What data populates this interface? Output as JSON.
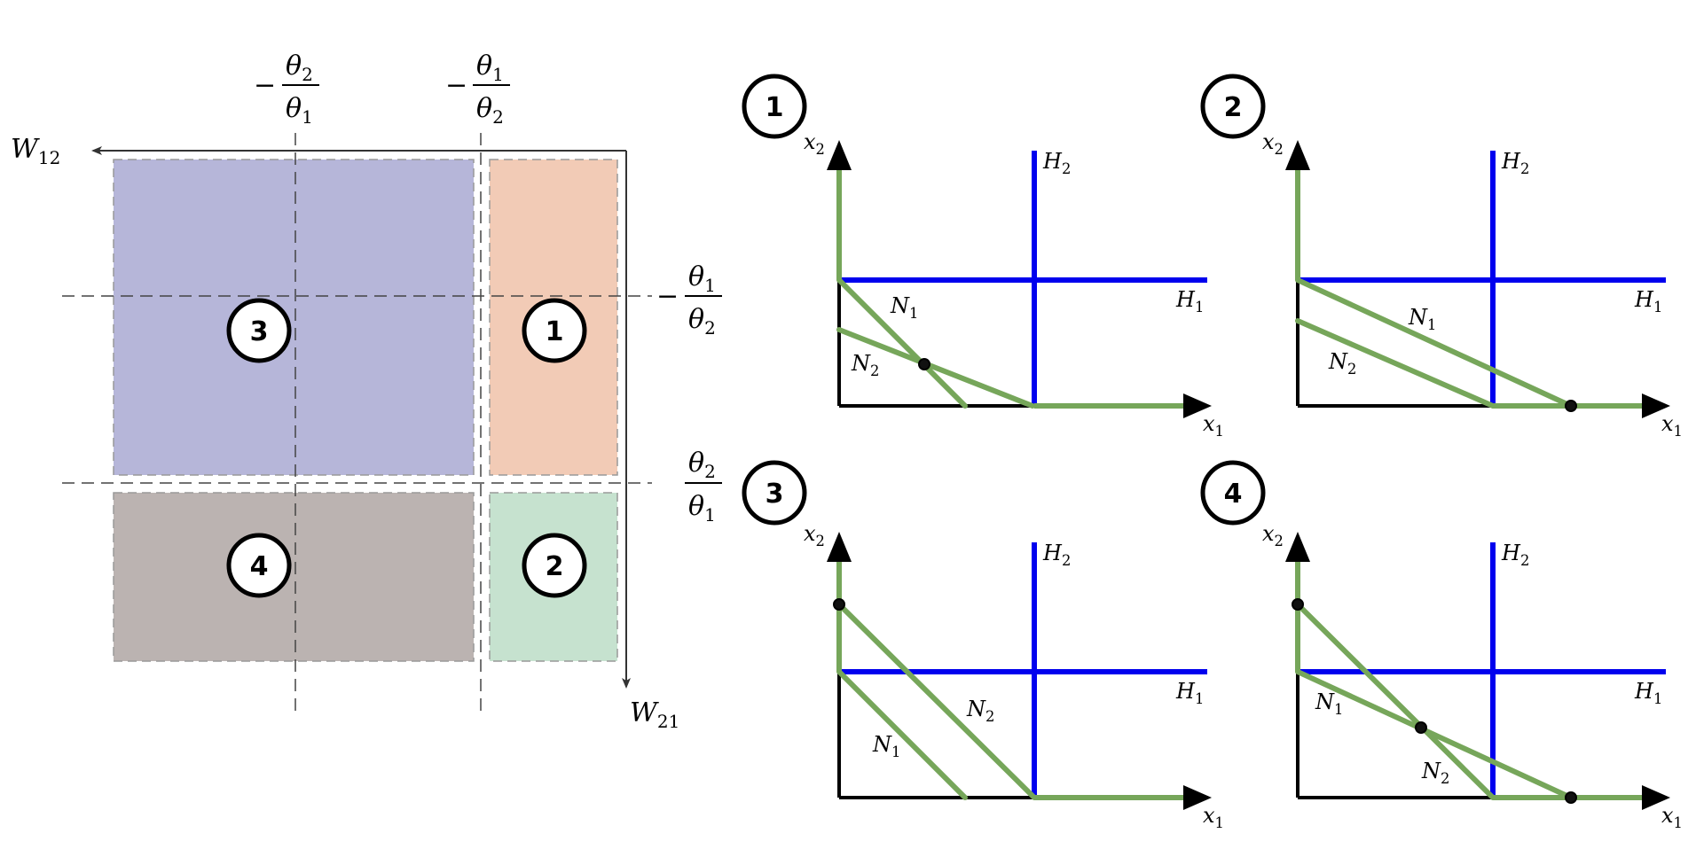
{
  "left_panel": {
    "w12_label": "W",
    "w12_sub": "12",
    "w21_label": "W",
    "w21_sub": "21",
    "col_label_a": {
      "sign": "−",
      "num": "θ",
      "num_sub": "2",
      "den": "θ",
      "den_sub": "1"
    },
    "col_label_b": {
      "sign": "−",
      "num": "θ",
      "num_sub": "1",
      "den": "θ",
      "den_sub": "2"
    },
    "row_label_a": {
      "sign": "−",
      "num": "θ",
      "num_sub": "1",
      "den": "θ",
      "den_sub": "2"
    },
    "row_label_b": {
      "num": "θ",
      "num_sub": "2",
      "den": "θ",
      "den_sub": "1"
    },
    "region_badges": [
      "3",
      "1",
      "4",
      "2"
    ],
    "region_colors": [
      "#b6b6d9",
      "#f2cbb6",
      "#bbb3b1",
      "#c6e2cf"
    ]
  },
  "panels": [
    {
      "badge": "1",
      "x_label": "x",
      "x_sub": "1",
      "y_label": "x",
      "y_sub": "2",
      "h1": "H",
      "h1_sub": "1",
      "h2": "H",
      "h2_sub": "2",
      "n1": "N",
      "n1_sub": "1",
      "n2": "N",
      "n2_sub": "2"
    },
    {
      "badge": "2",
      "x_label": "x",
      "x_sub": "1",
      "y_label": "x",
      "y_sub": "2",
      "h1": "H",
      "h1_sub": "1",
      "h2": "H",
      "h2_sub": "2",
      "n1": "N",
      "n1_sub": "1",
      "n2": "N",
      "n2_sub": "2"
    },
    {
      "badge": "3",
      "x_label": "x",
      "x_sub": "1",
      "y_label": "x",
      "y_sub": "2",
      "h1": "H",
      "h1_sub": "1",
      "h2": "H",
      "h2_sub": "2",
      "n1": "N",
      "n1_sub": "1",
      "n2": "N",
      "n2_sub": "2"
    },
    {
      "badge": "4",
      "x_label": "x",
      "x_sub": "1",
      "y_label": "x",
      "y_sub": "2",
      "h1": "H",
      "h1_sub": "1",
      "h2": "H",
      "h2_sub": "2",
      "n1": "N",
      "n1_sub": "1",
      "n2": "N",
      "n2_sub": "2"
    }
  ],
  "colors": {
    "nullcline": "#76a65a",
    "threshold": "#0000ee",
    "axis": "#000000"
  }
}
